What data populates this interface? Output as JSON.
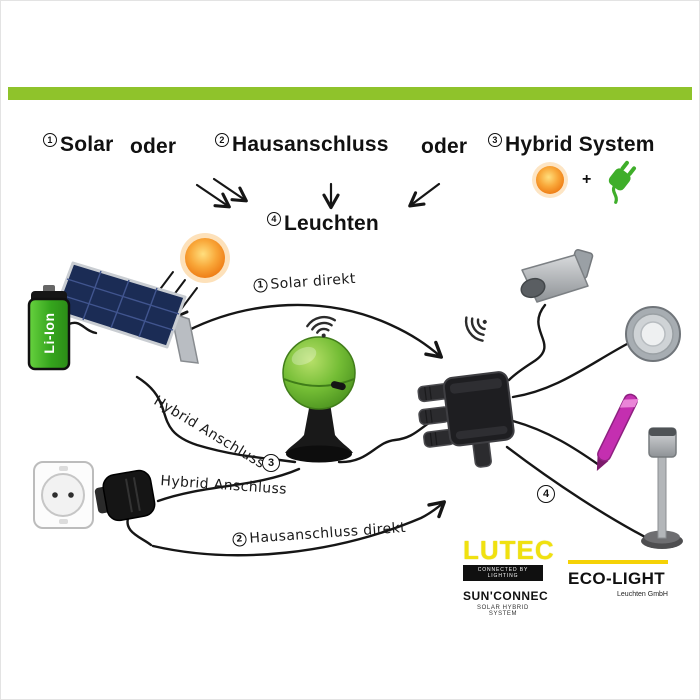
{
  "colors": {
    "top_bar_green": "#8fc32b",
    "battery_green": "#35a51d",
    "hub_green": "#74bd35",
    "sun_orange": "#f9a83a",
    "plug_icon_green": "#3fae2a",
    "path_light_magenta": "#c42fb0",
    "lutec_yellow": "#f0e10f",
    "ecolight_yellow": "#f5d206"
  },
  "header": {
    "num1": "1",
    "option1": "Solar",
    "oder1": "oder",
    "num2": "2",
    "option2": "Hausanschluss",
    "oder2": "oder",
    "num3": "3",
    "option3": "Hybrid System",
    "plus": "+",
    "num4": "4",
    "result": "Leuchten"
  },
  "flow_labels": {
    "solar_num": "1",
    "solar": "Solar direkt",
    "hybrid_battery": "Hybrid Anschluss",
    "num3": "3",
    "hybrid_plug": "Hybrid Anschluss",
    "haus_num": "2",
    "haus": "Hausanschluss direkt",
    "num4": "4"
  },
  "battery": {
    "label": "Li-Ion"
  },
  "branding": {
    "lutec": "LUTEC",
    "lutec_tagline": "CONNECTED BY LIGHTING",
    "system": "SUN'CONNEC",
    "system_sub": "SOLAR HYBRID SYSTEM",
    "ecolight": "ECO-LIGHT",
    "ecolight_sub": "Leuchten GmbH"
  },
  "icons": {
    "sun": "sun-icon",
    "plug": "plug-icon",
    "wifi": "wifi-icon"
  }
}
